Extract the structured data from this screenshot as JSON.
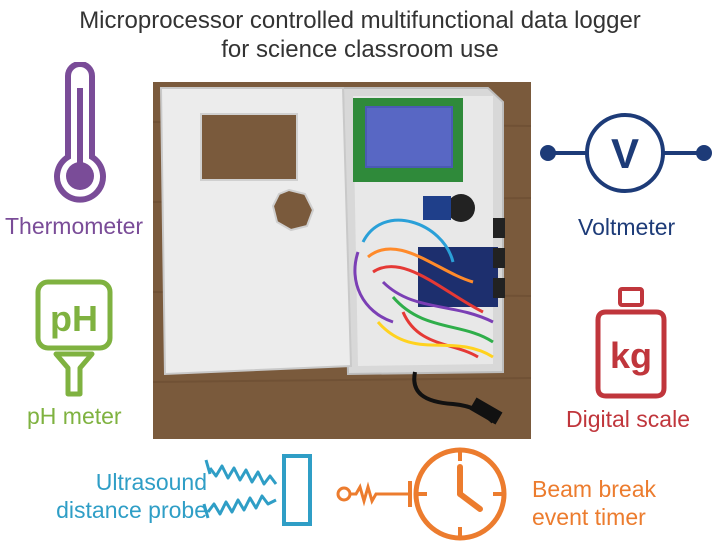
{
  "title": {
    "line1": "Microprocessor controlled multifunctional data logger",
    "line2": "for science classroom use"
  },
  "colors": {
    "thermometer": "#7a4c98",
    "voltmeter": "#1d3b78",
    "ph": "#7fb240",
    "scale": "#c0363c",
    "ultrasound": "#2f9ec6",
    "timer": "#ec7c2e",
    "board": "#e6e6e6",
    "wood": "#7a5a3c"
  },
  "sensors": {
    "thermometer": {
      "label": "Thermometer",
      "icon": "thermometer-icon"
    },
    "voltmeter": {
      "label": "Voltmeter",
      "icon": "voltmeter-icon",
      "symbol": "V"
    },
    "ph_meter": {
      "label": "pH meter",
      "icon": "ph-probe-icon",
      "symbol": "pH"
    },
    "digital_scale": {
      "label": "Digital scale",
      "icon": "weight-icon",
      "symbol": "kg"
    },
    "ultrasound": {
      "label_line1": "Ultrasound",
      "label_line2": "distance probe",
      "icon": "ultrasound-icon"
    },
    "timer": {
      "label_line1": "Beam break",
      "label_line2": "event timer",
      "icon": "clock-icon"
    }
  },
  "device": {
    "photo": "data-logger-device-photo"
  }
}
